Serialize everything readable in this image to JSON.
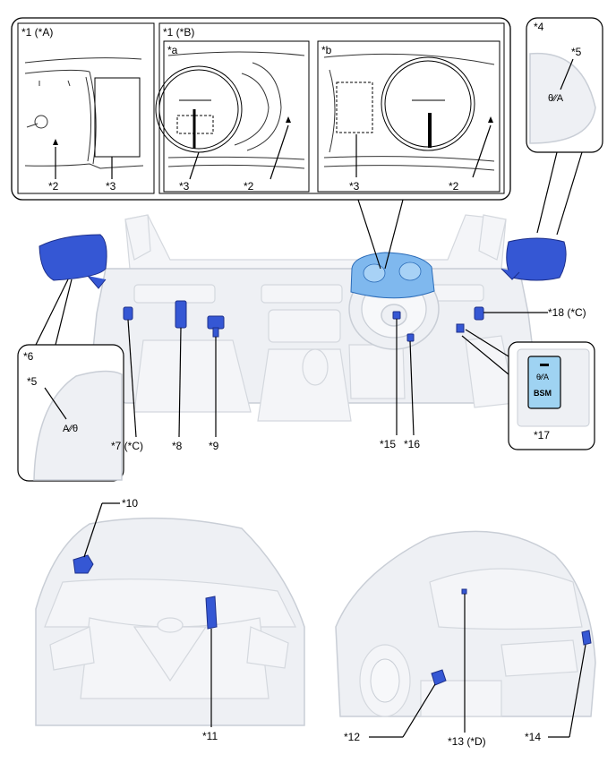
{
  "labels": {
    "c1a": "*1 (*A)",
    "c1b": "*1 (*B)",
    "a": "*a",
    "b": "*b",
    "n2": "*2",
    "n3": "*3",
    "n4": "*4",
    "n5": "*5",
    "n6": "*6",
    "n7": "*7 (*C)",
    "n8": "*8",
    "n9": "*9",
    "n10": "*10",
    "n11": "*11",
    "n12": "*12",
    "n13": "*13 (*D)",
    "n14": "*14",
    "n15": "*15",
    "n16": "*16",
    "n17": "*17",
    "n18": "*18 (*C)"
  },
  "switch_text": "BSM",
  "colors": {
    "part_blue": "#3557d4",
    "meter_blue": "#7fb8ee",
    "switch_face": "#9fd3f2"
  }
}
